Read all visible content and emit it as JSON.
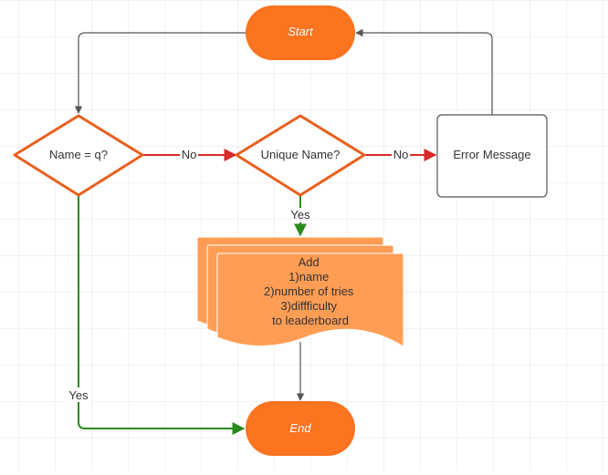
{
  "diagram": {
    "nodes": {
      "start": "Start",
      "end": "End",
      "name_check": "Name = q?",
      "unique_check": "Unique Name?",
      "error": "Error Message",
      "add_lines": [
        "Add",
        "1)name",
        "2)number of tries",
        "3)diffficulty",
        "to leaderboard"
      ]
    },
    "edges": {
      "no1": "No",
      "no2": "No",
      "yes_unique": "Yes",
      "yes_end": "Yes"
    }
  },
  "colors": {
    "terminal_fill": "#fc7320",
    "decision_stroke": "#e8601e",
    "document_fill": "#ff9d55",
    "no_arrow": "#d62a28",
    "yes_arrow": "#2a8a1e",
    "connector": "#555555",
    "grid": "#e6e6e6"
  }
}
